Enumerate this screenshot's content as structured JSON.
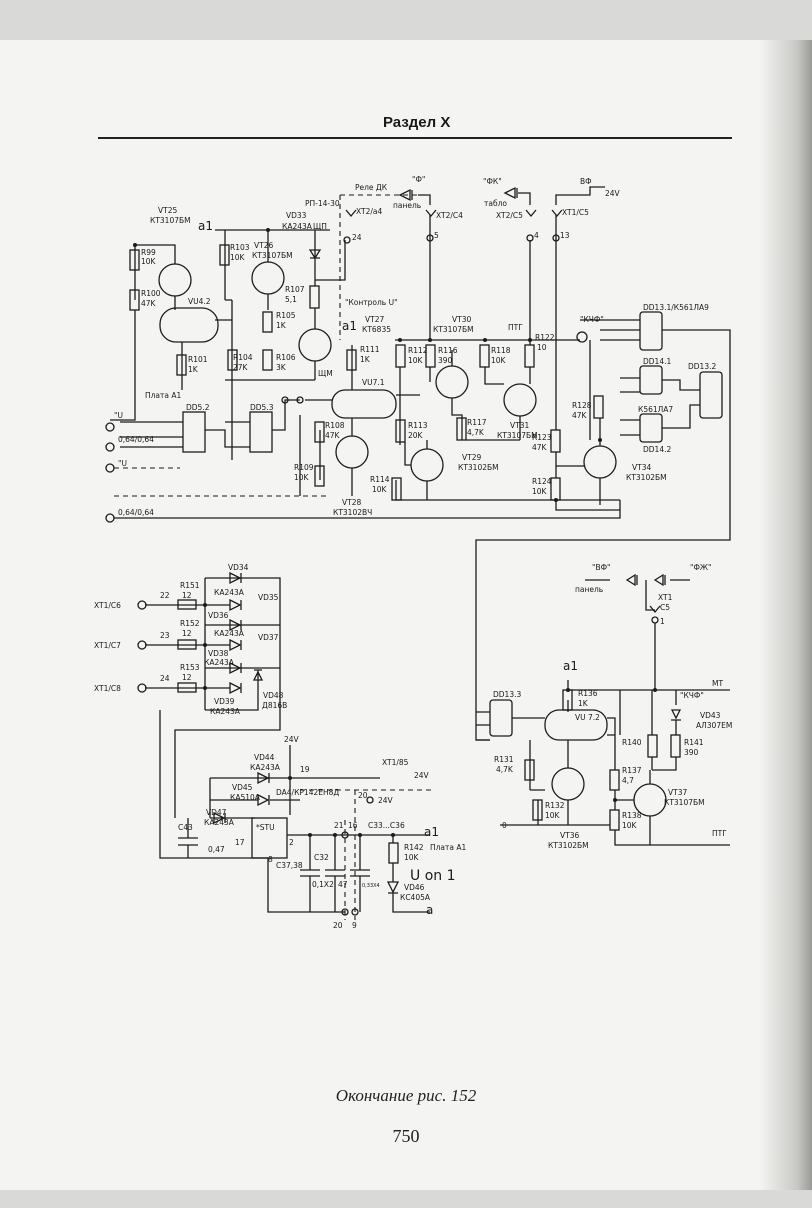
{
  "header": {
    "title": "Раздел X"
  },
  "caption": "Окончание рис. 152",
  "page_number": "750",
  "labels": {
    "relay": "Реле ДК",
    "relay_type": "РП-14-30",
    "vt25": "VT25",
    "vt25_type": "КТ3107БМ",
    "a1_top": "a1",
    "vd33": "VD33",
    "vd33_type": "КА243А",
    "shch": "ЩП",
    "vt26": "VT26",
    "vt26_type": "КТ3107БМ",
    "r99": "R99",
    "r99v": "10K",
    "r100": "R100",
    "r100v": "47K",
    "r103": "R103",
    "r103v": "10K",
    "r107": "R107",
    "r107v": "5,1",
    "r105": "R105",
    "r105v": "1K",
    "r104": "R104",
    "r104v": "27K",
    "r106": "R106",
    "r106v": "3K",
    "r101": "R101",
    "r101v": "1K",
    "vu42": "VU4.2",
    "plata": "Плата А1",
    "shm": "ЩМ",
    "dd52": "DD5.2",
    "dd53": "DD5.3",
    "xt2a4": "XT2/a4",
    "n24": "24",
    "lamp_f": "\"Ф\"",
    "panel": "панель",
    "xt2c4": "XT2/C4",
    "n5": "5",
    "lamp_fk": "\"ФК\"",
    "tablo": "табло",
    "xt2c5": "XT2/C5",
    "n4": "4",
    "vf": "ВФ",
    "v24": "24V",
    "xt1c5": "XT1/C5",
    "n13": "13",
    "kontrol": "\"Контроль U\"",
    "vt27": "VT27",
    "vt27_type": "КТ6835",
    "r111": "R111",
    "r111v": "1K",
    "vu71": "VU7.1",
    "vt30": "VT30",
    "vt30_type": "КТ3107БМ",
    "r112": "R112",
    "r112v": "10K",
    "r116": "R116",
    "r116v": "390",
    "r118": "R118",
    "r118v": "10K",
    "ptg": "ПТГ",
    "r122": "R122",
    "r122v": "10",
    "r108": "R108",
    "r108v": "47K",
    "r109": "R109",
    "r109v": "10K",
    "r113": "R113",
    "r113v": "20K",
    "r117": "R117",
    "r117v": "4,7K",
    "vt31": "VT31",
    "vt31_type": "КТ3107БМ",
    "vt29": "VT29",
    "vt29_type": "КТ3102БМ",
    "r114": "R114",
    "r114v": "10K",
    "vt28": "VT28",
    "vt28_type": "КТ3102ВЧ",
    "kchf": "\"КЧФ\"",
    "dd131": "DD13.1/К561ЛА9",
    "dd141": "DD14.1",
    "dd132": "DD13.2",
    "k561": "К561ЛА7",
    "dd142": "DD14.2",
    "r128": "R128",
    "r128v": "47K",
    "r123": "R123",
    "r123v": "47K",
    "r124": "R124",
    "r124v": "10K",
    "vt34": "VT34",
    "vt34_type": "КТ3102БМ",
    "in1": "0,64/0,64",
    "in2": "0,64/0,64",
    "u1": "\"U",
    "u2": "\"U",
    "vd34": "VD34",
    "r151": "R151",
    "r151v": "12",
    "xt1c6": "XT1/C6",
    "ka243": "КА243А",
    "vd35": "VD35",
    "vd36": "VD36",
    "r152": "R152",
    "r152v": "12",
    "xt1c7": "XT1/C7",
    "vd37": "VD37",
    "vd38": "VD38",
    "r153": "R153",
    "r153v": "12",
    "xt1c8": "XT1/C8",
    "vd39": "VD39",
    "vd48": "VD48",
    "vd48_type": "Д816В",
    "n22": "22",
    "n23": "23",
    "v24b": "24V",
    "vd44": "VD44",
    "vd44_type": "КА243А",
    "n19": "19",
    "xt185": "XT1/85",
    "v24c": "24V",
    "vd45": "VD45",
    "vd45_type": "КА510А",
    "da4": "DA4/КР142ЕН8Д",
    "n20": "20",
    "vd47": "VD47",
    "vd47_type": "КА243А",
    "c43": "C43",
    "c43v": "0,47",
    "stu": "*STU",
    "n17": "17",
    "n2": "2",
    "n8": "8",
    "c3738": "C37,38",
    "c32": "C32",
    "c32v": "47",
    "c3336": "C33...C36",
    "c3738v": "0,1X2",
    "c_small": "0,33X4",
    "n21": "21",
    "n16": "16",
    "a1_bot": "a1",
    "r142": "R142",
    "r142v": "10K",
    "plata2": "Плата А1",
    "u_on": "U on 1",
    "vd46": "VD46",
    "vd46_type": "КС405А",
    "a_bot": "a",
    "n20b": "20",
    "n9": "9",
    "vf2": "\"ВФ\"",
    "panel2": "панель",
    "fzh": "\"ФЖ\"",
    "xt1": "XT1",
    "c5": "C5",
    "n1": "1",
    "a1_mid": "a1",
    "mt": "МТ",
    "dd133": "DD13.3",
    "r136": "R136",
    "r136v": "1K",
    "vu72": "VU 7.2",
    "kchf2": "\"КЧФ\"",
    "vd43": "VD43",
    "vd43_type": "АЛ307ЕМ",
    "r131": "R131",
    "r131v": "4,7K",
    "r140": "R140",
    "r141": "R141",
    "r141v": "390",
    "r137": "R137",
    "r137v": "4,7",
    "vt37": "VT37",
    "vt37_type": "КТ3107БМ",
    "r132": "R132",
    "r132v": "10K",
    "r138": "R138",
    "r138v": "10K",
    "vt36": "VT36",
    "vt36_type": "КТ3102БМ",
    "ptg2": "ПТГ",
    "zero": "0"
  }
}
